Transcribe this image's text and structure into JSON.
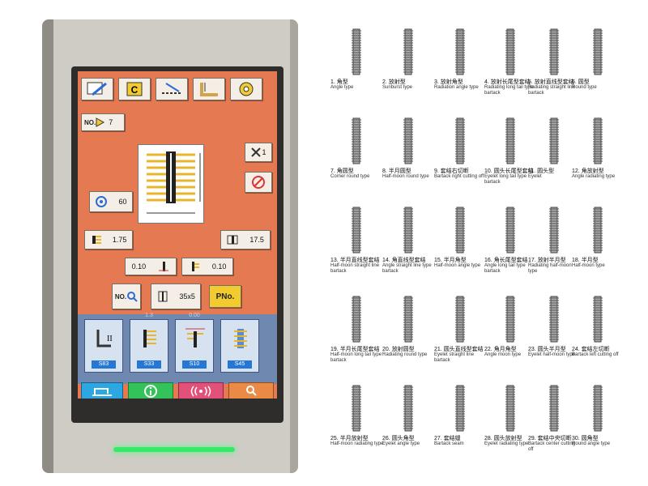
{
  "device": {
    "no_label": "NO.",
    "no_value": "7",
    "angle_value": "60",
    "left_width": "1.75",
    "right_width": "17.5",
    "left_offset": "0.10",
    "right_offset": "0.10",
    "count_value": "1",
    "pattern_size": "35x5",
    "search_label": "NO.",
    "pno_label": "PNo.",
    "modes": [
      {
        "tag": "S83",
        "topnum": ""
      },
      {
        "tag": "S33",
        "topnum": "1.3"
      },
      {
        "tag": "S10",
        "topnum": "0.00"
      },
      {
        "tag": "S45",
        "topnum": ""
      }
    ]
  },
  "catalog": {
    "items": [
      {
        "num": "1.",
        "zh": "角型",
        "en": "Angle type"
      },
      {
        "num": "2.",
        "zh": "放射型",
        "en": "Sunburst type"
      },
      {
        "num": "3.",
        "zh": "放射角型",
        "en": "Radiation angle type"
      },
      {
        "num": "4.",
        "zh": "放射长尾型套结",
        "en": "Radiating long tail type bartack"
      },
      {
        "num": "5.",
        "zh": "放射直线型套结",
        "en": "Radiating straight line bartack"
      },
      {
        "num": "6.",
        "zh": "圆型",
        "en": "Round type"
      },
      {
        "num": "7.",
        "zh": "角圆型",
        "en": "Corner round type"
      },
      {
        "num": "8.",
        "zh": "半月圆型",
        "en": "Half-moon round type"
      },
      {
        "num": "9.",
        "zh": "套结右切断",
        "en": "Bartack right cutting off"
      },
      {
        "num": "10.",
        "zh": "圆头长尾型套结",
        "en": "Eyelet long tail type bartack"
      },
      {
        "num": "11.",
        "zh": "圆头型",
        "en": "Eyelet"
      },
      {
        "num": "12.",
        "zh": "角放射型",
        "en": "Angle radiating type"
      },
      {
        "num": "13.",
        "zh": "半月直线型套结",
        "en": "Half-moon straight line bartack"
      },
      {
        "num": "14.",
        "zh": "角直线型套结",
        "en": "Angle straight line type bartack"
      },
      {
        "num": "15.",
        "zh": "半月角型",
        "en": "Half-moon angle type"
      },
      {
        "num": "16.",
        "zh": "角长尾型套结",
        "en": "Angle long tail type bartack"
      },
      {
        "num": "17.",
        "zh": "放射半月型",
        "en": "Radiating half-moon type"
      },
      {
        "num": "18.",
        "zh": "半月型",
        "en": "Half-moon type"
      },
      {
        "num": "19.",
        "zh": "半月长尾型套结",
        "en": "Half-moon long tail type bartack"
      },
      {
        "num": "20.",
        "zh": "放射圆型",
        "en": "Radiating round type"
      },
      {
        "num": "21.",
        "zh": "圆头直线型套结",
        "en": "Eyelet straight line bartack"
      },
      {
        "num": "22.",
        "zh": "角月角型",
        "en": "Angle moon type"
      },
      {
        "num": "23.",
        "zh": "圆头半月型",
        "en": "Eyelet half-moon type"
      },
      {
        "num": "24.",
        "zh": "套结左切断",
        "en": "Bartack left cutting off"
      },
      {
        "num": "25.",
        "zh": "半月放射型",
        "en": "Half-moon radiating type"
      },
      {
        "num": "26.",
        "zh": "圆头角型",
        "en": "Eyelet angle type"
      },
      {
        "num": "27.",
        "zh": "套结缝",
        "en": "Bartack seam"
      },
      {
        "num": "28.",
        "zh": "圆头放射型",
        "en": "Eyelet radiating type"
      },
      {
        "num": "29.",
        "zh": "套结中央切断",
        "en": "Bartack center cutting off"
      },
      {
        "num": "30.",
        "zh": "圆角型",
        "en": "Round angle type"
      }
    ]
  }
}
